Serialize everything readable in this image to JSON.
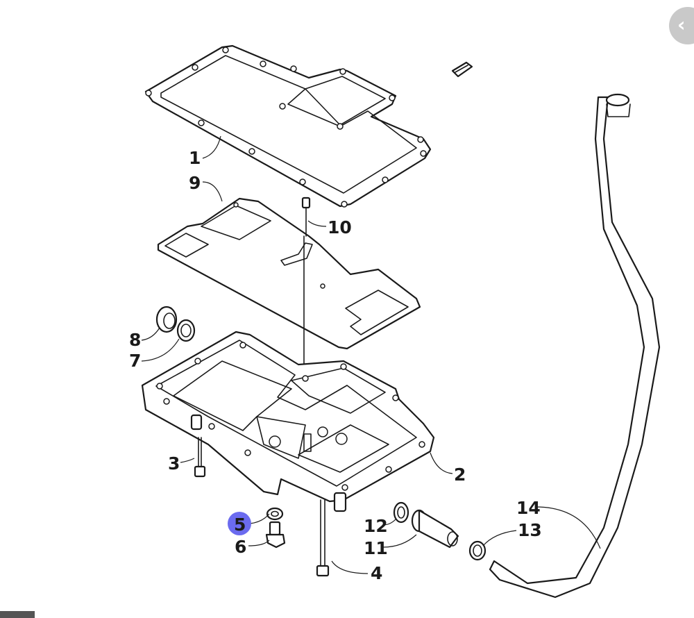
{
  "callouts": [
    {
      "label": "1"
    },
    {
      "label": "9"
    },
    {
      "label": "10"
    },
    {
      "label": "8"
    },
    {
      "label": "7"
    },
    {
      "label": "3"
    },
    {
      "label": "2"
    },
    {
      "label": "5",
      "highlighted": true
    },
    {
      "label": "6"
    },
    {
      "label": "12"
    },
    {
      "label": "11"
    },
    {
      "label": "4"
    },
    {
      "label": "14"
    },
    {
      "label": "13"
    }
  ],
  "colors": {
    "highlight": "#6b6bef",
    "line": "#1a1a1a",
    "back_button": "#c9c9c9"
  },
  "nav": {
    "back_icon": "chevron-left-icon",
    "back_glyph": "‹"
  }
}
